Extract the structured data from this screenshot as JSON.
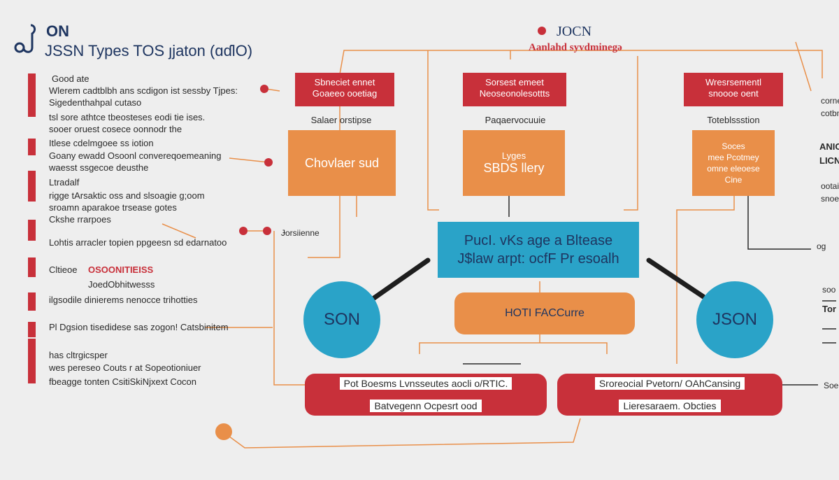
{
  "header": {
    "logo_on": "ON",
    "title": "JSSN Types TOS ȷjaton (ɑɗlO)",
    "right_title": "JOCN",
    "right_subtitle": "Aanlahd syvdminegə"
  },
  "left_notes": [
    {
      "text": "Good ate",
      "style": "normal"
    },
    {
      "text": "Wlerem cadtblbh ans scdigon ist sessby Tjpes:",
      "style": "normal"
    },
    {
      "text": "Sigedenthahpal cutaso",
      "style": "normal"
    },
    {
      "text": "tsl sore athtce tbeosteses eodi tie ises.",
      "style": "normal"
    },
    {
      "text": "sooer oruest cosece oonnodr the",
      "style": "normal"
    },
    {
      "text": "Itlese cdelmgoee ss iotion",
      "style": "normal"
    },
    {
      "text": "Goany ewadd Osoonl convereqoemeaning",
      "style": "normal"
    },
    {
      "text": "waesst ssgecoe deusthe",
      "style": "normal"
    },
    {
      "text": "Ltradalf",
      "style": "normal"
    },
    {
      "text": "rigge tArsaktic oss and slsoagie ɡ;oom",
      "style": "normal"
    },
    {
      "text": "sroamn aparakoe trsease gotes",
      "style": "normal"
    },
    {
      "text": "Ckshe rrarpoes",
      "style": "normal"
    },
    {
      "text": "Lohtis arracler topien ppgeesn sd edarnatoo",
      "style": "normal"
    },
    {
      "text": "Cltieoe",
      "style": "normal"
    },
    {
      "text": "OSOONITIEISS",
      "style": "red"
    },
    {
      "text": "JoedObhitwesss",
      "style": "normal"
    },
    {
      "text": "ilgsodile dinierems nenocce trihotties",
      "style": "normal"
    },
    {
      "text": "Pl Dgsion tisedidese sas zogon! Catsbinitem",
      "style": "normal"
    },
    {
      "text": "has cltrgicsper",
      "style": "normal"
    },
    {
      "text": "wes pereseo Couts r at Sopeotioniuer",
      "style": "normal"
    },
    {
      "text": "fbeagge tonten CsitiSkiNjxext Cocon",
      "style": "normal"
    }
  ],
  "callout_label": "Ɉorsiienne",
  "columns": [
    {
      "header": [
        "Sbneciet ennet",
        "Goaeeo ooetiag"
      ],
      "label": "Salaer orstipse",
      "box": [
        "Chovlaer sud"
      ]
    },
    {
      "header": [
        "Sorsest emeet",
        "Neoseonolesottts"
      ],
      "label": "Paqaervocuuie",
      "box": [
        "Lyges",
        "SBDS llery"
      ]
    },
    {
      "header": [
        "Wresrsementl",
        "snoooe oent"
      ],
      "label": "Toteblssstion",
      "box": [
        "Soces",
        "mee Pcotmey",
        "omne eleoese",
        "Cine"
      ]
    }
  ],
  "center": {
    "line1": "PucI. vKs age a Bltease",
    "line2": "J$law arpt: ocfF Pr esoalh",
    "pill": "HOTI FACCurre",
    "bottom_left": [
      "Pot Boesms Lvnsseutes aocli o/RTIC.",
      "Batvegenn Ocpesrt ood"
    ],
    "bottom_right": [
      "Sroreocial Pvetorn/ OAhCansing",
      "Lieresaraem. Obcties"
    ]
  },
  "circles": {
    "left": "SON",
    "right": "JSON"
  },
  "right_notes": [
    {
      "text": "cornec",
      "style": "normal"
    },
    {
      "text": "cotbntes",
      "style": "normal"
    },
    {
      "text": "ANIO",
      "style": "bold"
    },
    {
      "text": "LICN",
      "style": "bold"
    },
    {
      "text": "ootaies",
      "style": "normal"
    },
    {
      "text": "snoe",
      "style": "normal"
    },
    {
      "text": "og",
      "style": "normal"
    },
    {
      "text": "soo",
      "style": "normal"
    },
    {
      "text": "Tor",
      "style": "bold"
    },
    {
      "text": "Soe",
      "style": "normal"
    }
  ],
  "colors": {
    "red": "#c8303a",
    "orange": "#e98f49",
    "teal": "#2aa3c8",
    "navy": "#1e3560",
    "background": "#eeeeee"
  }
}
